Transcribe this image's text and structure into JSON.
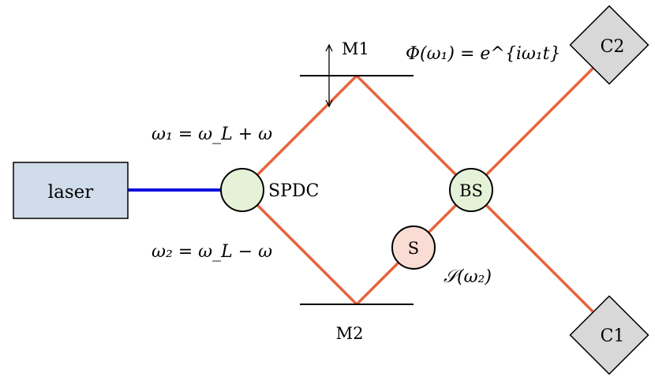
{
  "colors": {
    "beam": "#e8643c",
    "pump": "#1010e0",
    "laser_fill": "#d1dcea",
    "node_fill": "#e6f2d8",
    "source_fill": "#f9dcd4",
    "detector_fill": "#d8d8d8",
    "stroke": "#000000"
  },
  "labels": {
    "laser": "laser",
    "spdc": "SPDC",
    "bs": "BS",
    "s": "S",
    "m1": "M1",
    "m2": "M2",
    "c1": "C1",
    "c2": "C2",
    "omega1": "ω₁ = ω_L + ω",
    "omega2": "ω₂ = ω_L − ω",
    "phase": "Φ(ω₁) = e^{iω₁t}",
    "source_spectrum": "𝒮(ω₂)"
  },
  "icons": {
    "m1_arrow": "double-arrow-vertical-icon"
  }
}
